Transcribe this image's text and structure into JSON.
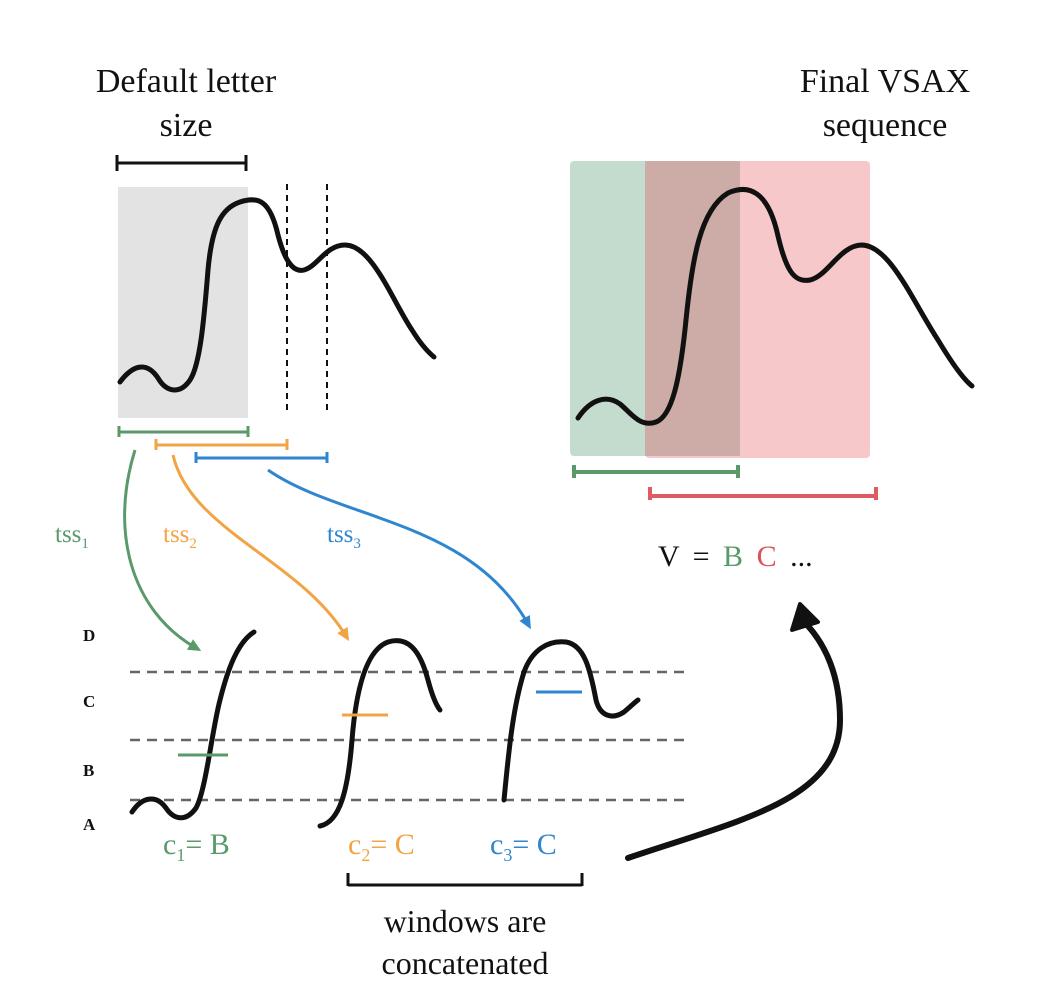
{
  "titles": {
    "default_letter_size": [
      "Default letter",
      "size"
    ],
    "final_vsax": [
      "Final VSAX",
      "sequence"
    ]
  },
  "subsequences": [
    {
      "name": "tss",
      "index": "1",
      "color": "#5a9a6a"
    },
    {
      "name": "tss",
      "index": "2",
      "color": "#f2a444"
    },
    {
      "name": "tss",
      "index": "3",
      "color": "#2f86cf"
    }
  ],
  "levels": [
    "D",
    "C",
    "B",
    "A"
  ],
  "assignments": [
    {
      "var": "c",
      "index": "1",
      "eq": "= B",
      "color": "#5a9a6a"
    },
    {
      "var": "c",
      "index": "2",
      "eq": "= C",
      "color": "#f2a444"
    },
    {
      "var": "c",
      "index": "3",
      "eq": "= C",
      "color": "#2f86cf"
    }
  ],
  "concat_caption": [
    "windows are",
    "concatenated"
  ],
  "vsax_sequence": {
    "symbol": "V",
    "equals": "=",
    "letters": [
      {
        "text": "B",
        "color": "#5a9a6a"
      },
      {
        "text": "C",
        "color": "#d9535a"
      }
    ],
    "ellipsis": "..."
  },
  "colors": {
    "green": "#5a9a6a",
    "orange": "#f2a444",
    "blue": "#2f86cf",
    "red": "#e05a5f",
    "window_green": "#b9d6c6",
    "window_red": "#f3b6b8",
    "window_gray": "#e3e3e3"
  }
}
